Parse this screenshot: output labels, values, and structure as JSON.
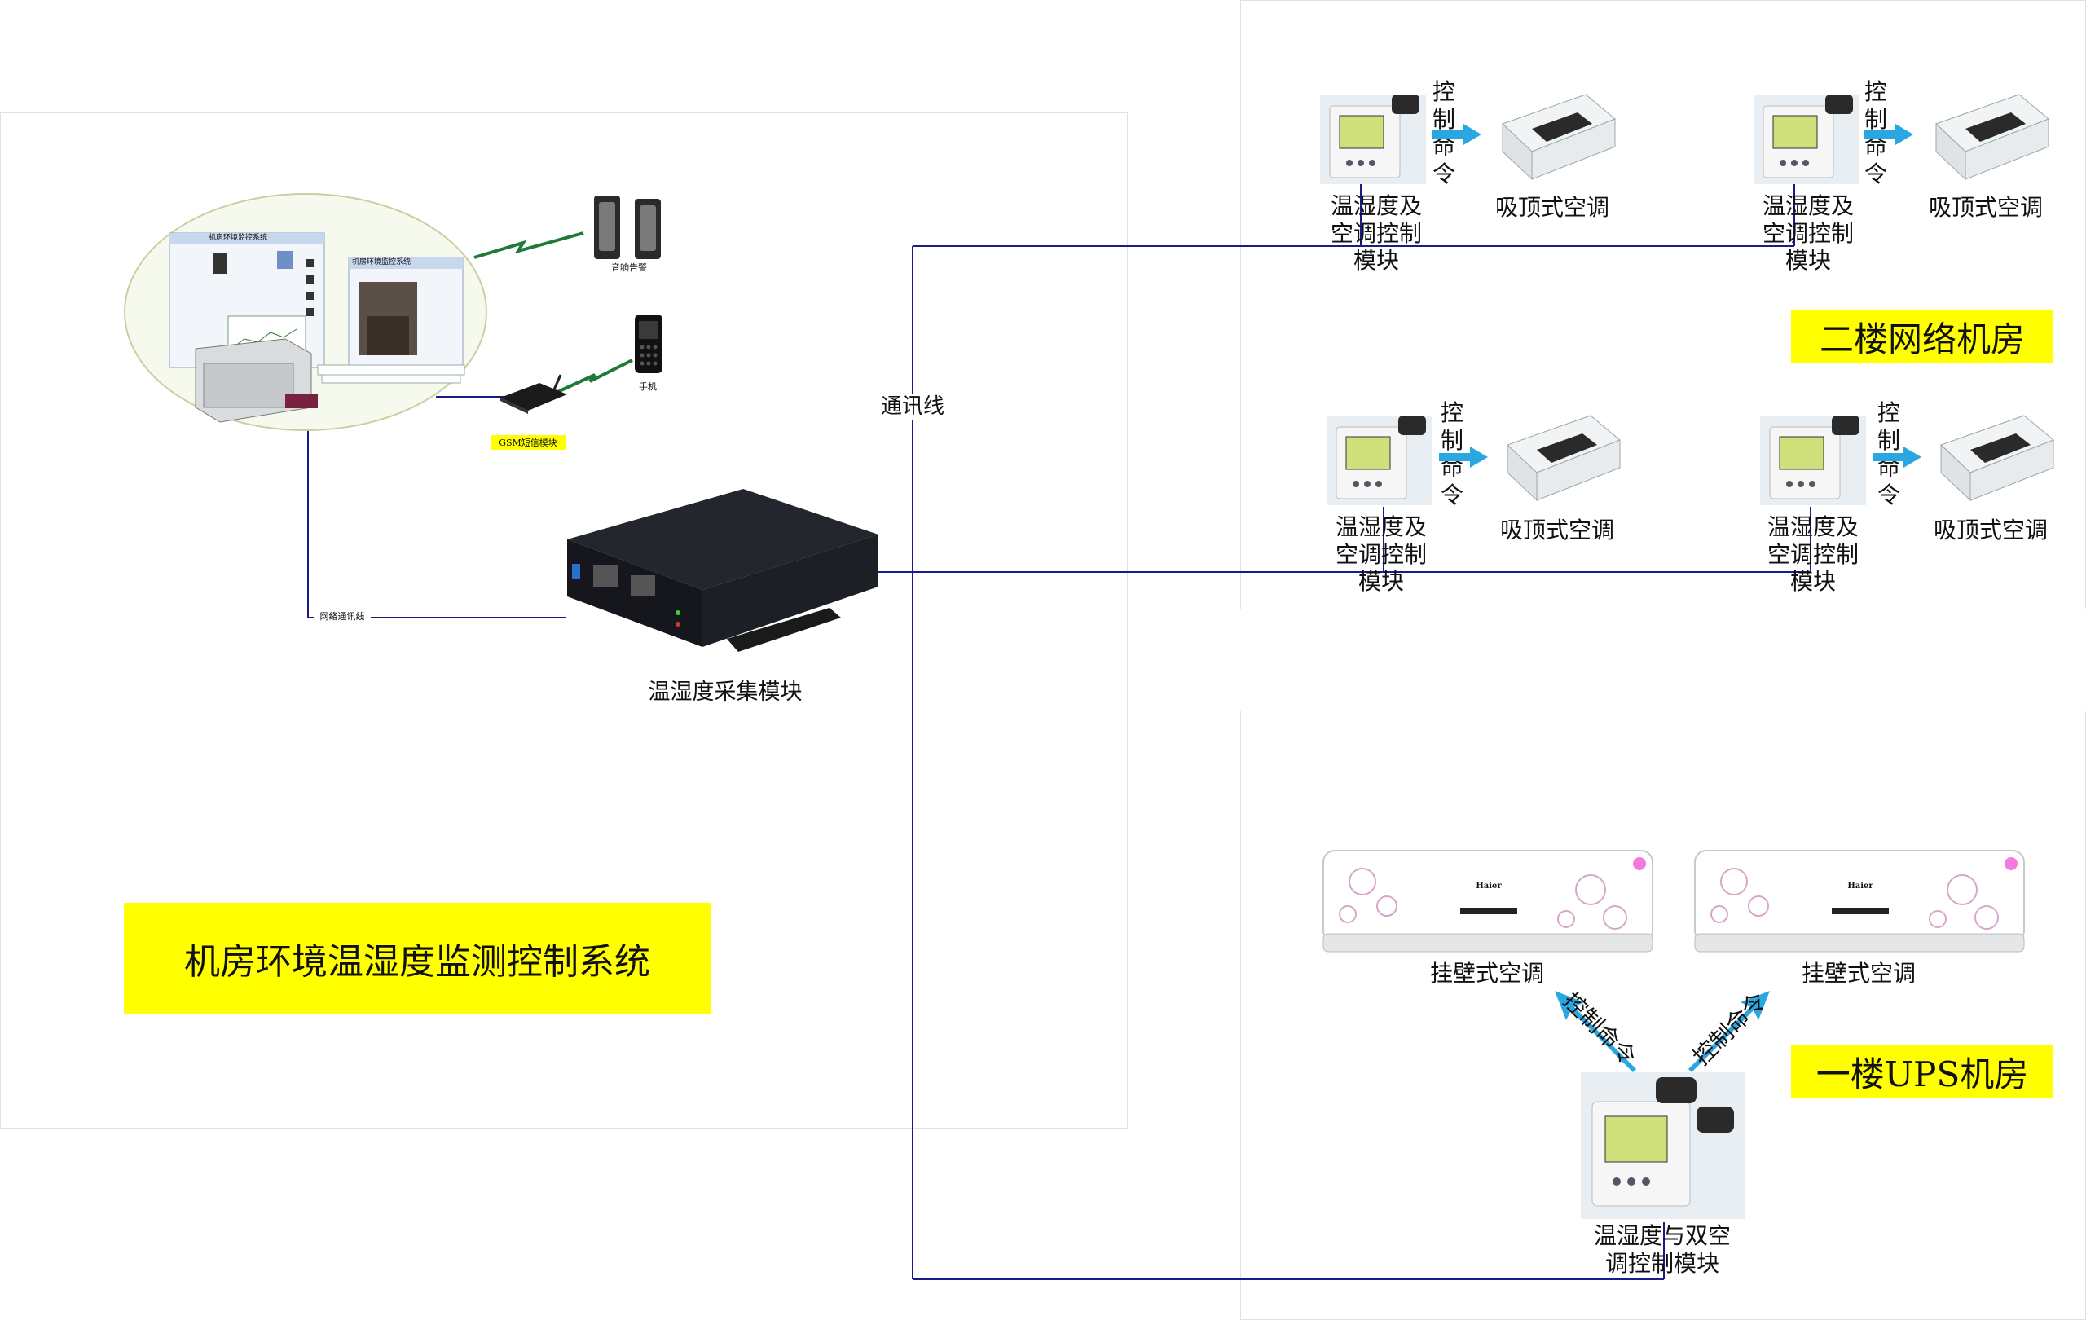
{
  "title": "机房环境温湿度监测控制系统",
  "collector": {
    "label": "温湿度采集模块"
  },
  "software": {
    "window1_title": "机房环境监控系统",
    "window2_title": "机房环境监控系统",
    "speaker_label": "音响告警",
    "phone_label": "手机",
    "gsm_label": "GSM短信模块",
    "lan_label": "网络通讯线"
  },
  "comm_line_label": "通讯线",
  "floor2": {
    "room_label": "二楼网络机房",
    "units": [
      {
        "module": [
          "温湿度及",
          "空调控制",
          "模块"
        ],
        "cmd": [
          "控",
          "制",
          "命",
          "令"
        ],
        "ac": "吸顶式空调"
      },
      {
        "module": [
          "温湿度及",
          "空调控制",
          "模块"
        ],
        "cmd": [
          "控",
          "制",
          "命",
          "令"
        ],
        "ac": "吸顶式空调"
      },
      {
        "module": [
          "温湿度及",
          "空调控制",
          "模块"
        ],
        "cmd": [
          "控",
          "制",
          "命",
          "令"
        ],
        "ac": "吸顶式空调"
      },
      {
        "module": [
          "温湿度及",
          "空调控制",
          "模块"
        ],
        "cmd": [
          "控",
          "制",
          "命",
          "令"
        ],
        "ac": "吸顶式空调"
      }
    ]
  },
  "floor1": {
    "room_label": "一楼UPS机房",
    "ac_left": "挂壁式空调",
    "ac_right": "挂壁式空调",
    "ac_brand": "Haier",
    "cmd_left": "控制命令",
    "cmd_right": "控制命令",
    "module": [
      "温湿度与双空",
      "调控制模块"
    ]
  },
  "colors": {
    "line": "#1a1a8c",
    "arrow": "#2aa6e0",
    "highlight": "#ffff00",
    "green_signal": "#1f7a3a"
  }
}
